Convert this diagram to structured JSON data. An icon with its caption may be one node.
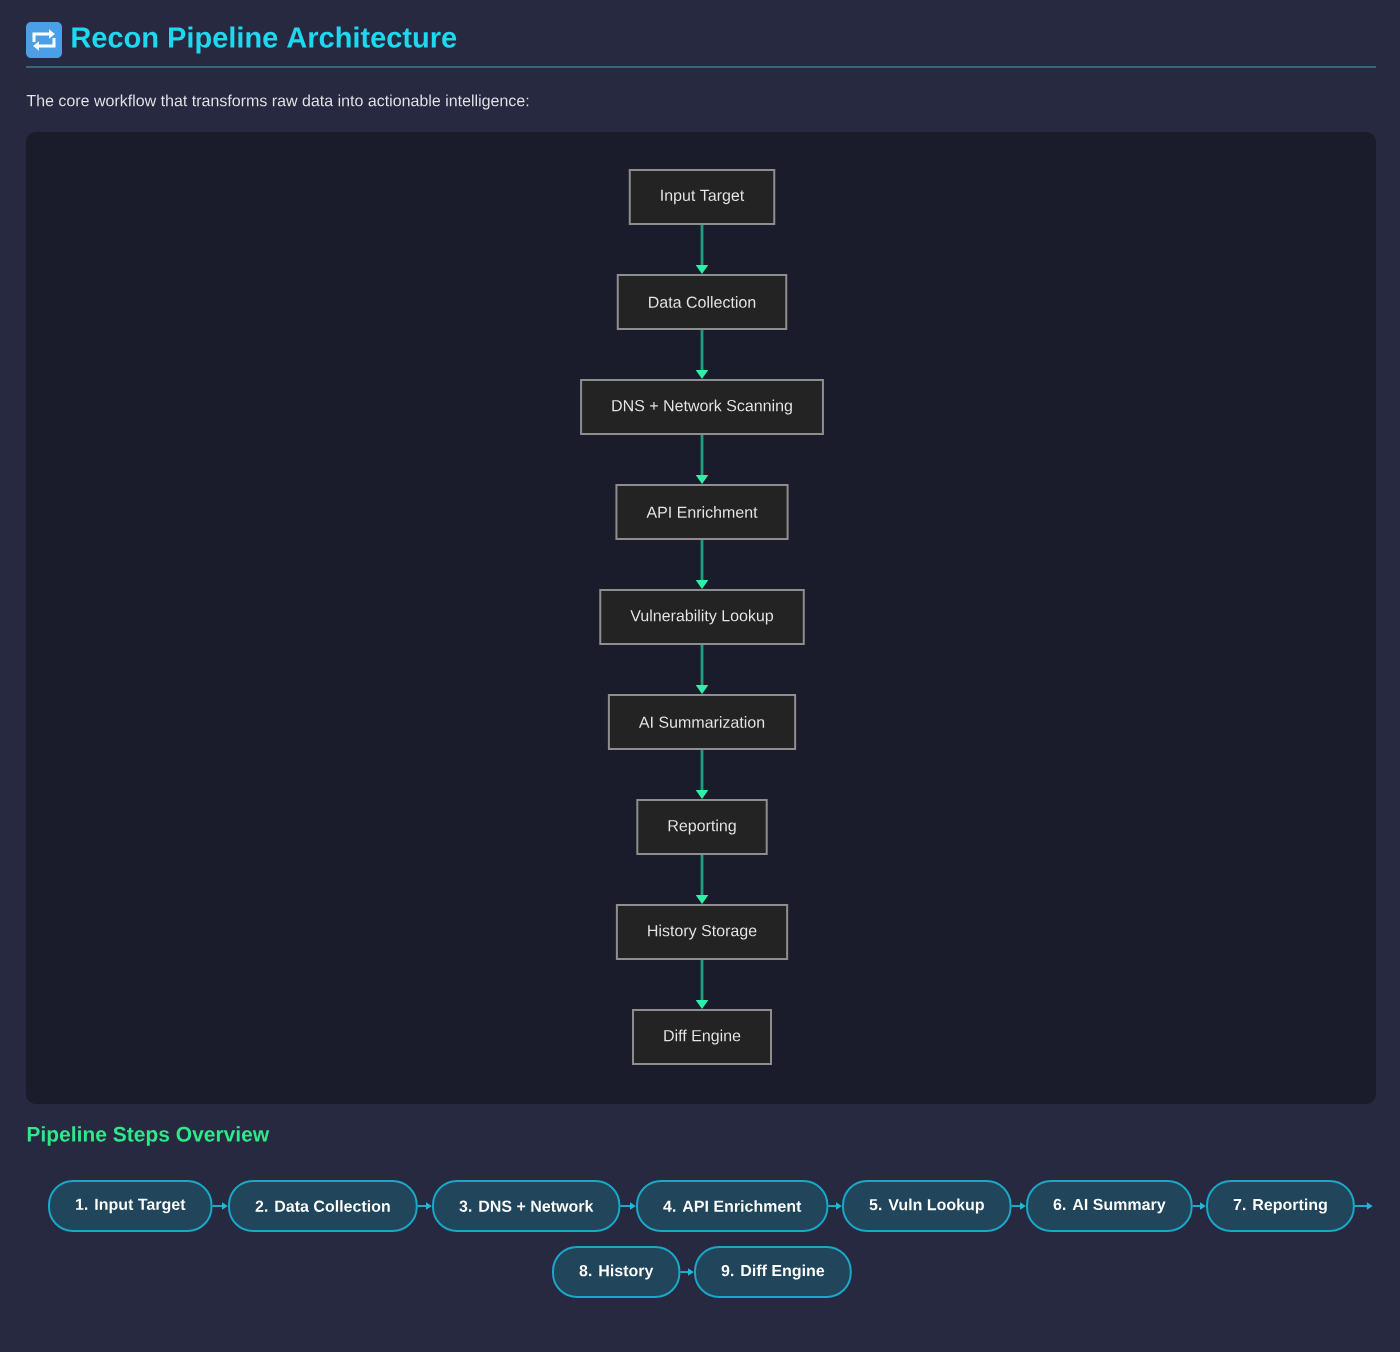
{
  "diagram": {
    "title": "Recon Pipeline Architecture",
    "nodes": [
      {
        "text": [
          "Input Target"
        ]
      },
      {
        "text": [
          "Data Collection"
        ]
      },
      {
        "text": [
          "DNS + Network Scanning"
        ]
      },
      {
        "text": [
          "API Enrichment"
        ]
      },
      {
        "text": [
          "Vulnerability Lookup"
        ]
      },
      {
        "text": [
          "AI Summarization"
        ]
      },
      {
        "text": [
          "Reporting"
        ]
      },
      {
        "text": [
          "History Storage"
        ]
      },
      {
        "text": [
          "Diff Engine"
        ]
      },
      {
        "text": [
          "1. Input Target"
        ]
      },
      {
        "text": [
          "2. Data Collection"
        ]
      },
      {
        "text": [
          "3. DNS + Network"
        ]
      },
      {
        "text": [
          "4. API Enrichment"
        ]
      },
      {
        "text": [
          "5. Vuln Lookup"
        ]
      },
      {
        "text": [
          "6. AI Summary"
        ]
      },
      {
        "text": [
          "7. Reporting"
        ]
      },
      {
        "text": [
          "8. History"
        ]
      },
      {
        "text": [
          "9. Diff Engine"
        ]
      }
    ],
    "edges": [
      {
        "from": 0,
        "to": 1,
        "arrow": "to"
      },
      {
        "from": 1,
        "to": 2,
        "arrow": "to"
      },
      {
        "from": 2,
        "to": 3,
        "arrow": "to"
      },
      {
        "from": 3,
        "to": 4,
        "arrow": "to"
      },
      {
        "from": 4,
        "to": 5,
        "arrow": "to"
      },
      {
        "from": 5,
        "to": 6,
        "arrow": "to"
      },
      {
        "from": 6,
        "to": 7,
        "arrow": "to"
      },
      {
        "from": 7,
        "to": 8,
        "arrow": "to"
      },
      {
        "from": 9,
        "to": 10,
        "arrow": "to",
        "color": "#22b8d8"
      },
      {
        "from": 10,
        "to": 11,
        "arrow": "to",
        "color": "#22b8d8"
      },
      {
        "from": 11,
        "to": 12,
        "arrow": "to",
        "color": "#22b8d8"
      },
      {
        "from": 12,
        "to": 13,
        "arrow": "to",
        "color": "#22b8d8"
      },
      {
        "from": 13,
        "to": 14,
        "arrow": "to",
        "color": "#22b8d8"
      },
      {
        "from": 14,
        "to": 15,
        "arrow": "to",
        "color": "#22b8d8"
      },
      {
        "from": 15,
        "to": null,
        "arrow": "to",
        "color": "#22b8d8"
      },
      {
        "from": 16,
        "to": 17,
        "arrow": "to",
        "color": "#22b8d8"
      }
    ],
    "labels": [
      "The core workflow that transforms raw data into actionable intelligence:",
      "Pipeline Steps Overview"
    ]
  }
}
